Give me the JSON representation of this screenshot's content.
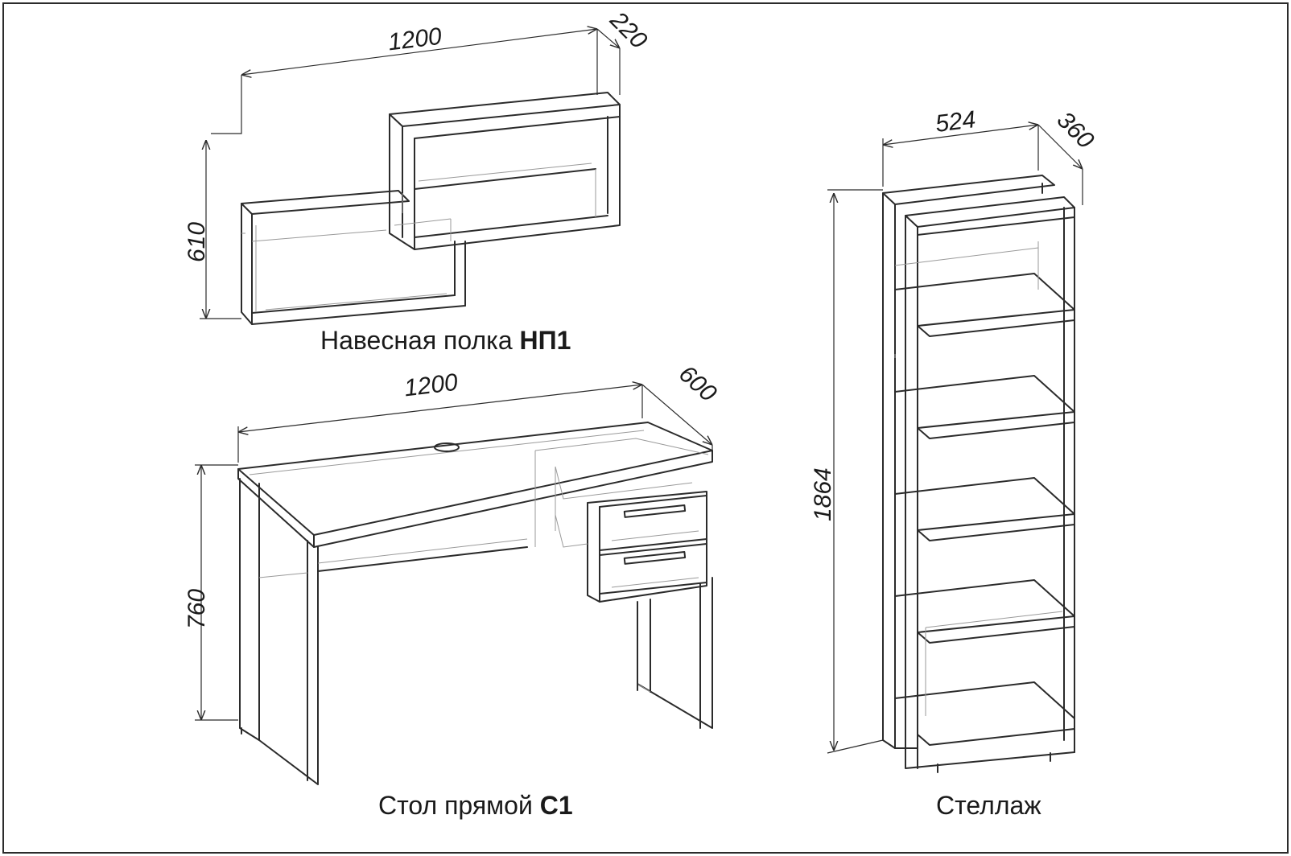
{
  "shelf": {
    "caption_prefix": "Навесная полка ",
    "caption_code": "НП1",
    "dim_width": "1200",
    "dim_depth": "220",
    "dim_height": "610"
  },
  "desk": {
    "caption_prefix": "Стол прямой ",
    "caption_code": "С1",
    "dim_width": "1200",
    "dim_depth": "600",
    "dim_height": "760"
  },
  "rack": {
    "caption": "Стеллаж",
    "dim_width": "524",
    "dim_depth": "360",
    "dim_height": "1864"
  },
  "colors": {
    "line": "#2b2b2b",
    "ghost": "#9a9a9a",
    "background": "#ffffff"
  }
}
